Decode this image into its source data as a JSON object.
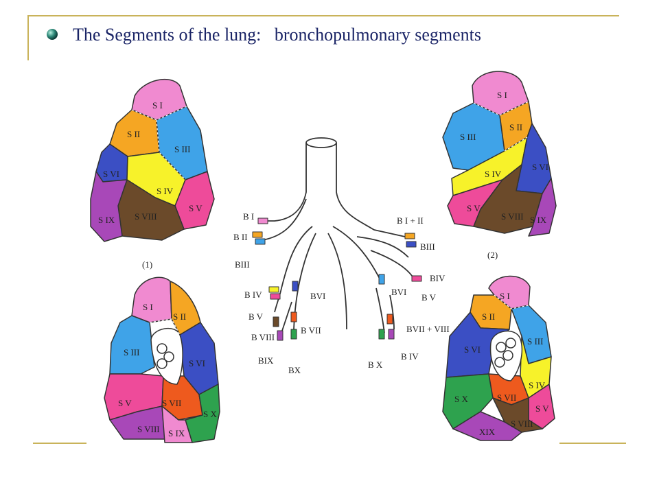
{
  "slide": {
    "title": "The Segments of the lung:   bronchopulmonary segments"
  },
  "colors": {
    "pink": "#f08ad0",
    "orange": "#f5a623",
    "blue": "#3fa3e8",
    "navy": "#3b4fc4",
    "yellow": "#f7f22a",
    "brown": "#6b4a2a",
    "purple": "#a848b8",
    "magenta": "#ee4b9a",
    "redorange": "#ee5a1e",
    "green": "#2ea24e",
    "frame": "#c9b35a",
    "title": "#1a2466"
  },
  "figure_labels": {
    "fig1": "(1)",
    "fig2": "(2)"
  },
  "lungs": {
    "top_left": {
      "s1": "S I",
      "s2": "S II",
      "s3": "S III",
      "s4": "S IV",
      "s5": "S V",
      "s6": "S VI",
      "s8": "S VIII",
      "s9": "S IX"
    },
    "top_right": {
      "s1": "S I",
      "s2": "S II",
      "s3": "S III",
      "s4": "S IV",
      "s5": "S V",
      "s6": "S VI",
      "s8": "S VIII",
      "s9": "S IX"
    },
    "bottom_left": {
      "s1": "S I",
      "s2": "S II",
      "s3": "S III",
      "s6": "S VI",
      "s5": "S V",
      "s7": "S VII",
      "s10": "S X",
      "s8": "S VIII",
      "s9": "S IX"
    },
    "bottom_right": {
      "s1": "S I",
      "s2": "S II",
      "s3": "S III",
      "s6": "S VI",
      "s4": "S IV",
      "s10": "S X",
      "s7": "S VII",
      "s5": "S V",
      "s8": "S VIII",
      "s9": "XIX"
    }
  },
  "bronchi": {
    "left_side": {
      "b1": "B I",
      "b2": "B II",
      "b3": "BIII",
      "b4": "B IV",
      "b5": "B V",
      "b6": "BVI",
      "b8": "B VIII",
      "b7": "B VII",
      "b9": "BIX",
      "b10": "BX"
    },
    "right_side": {
      "b12": "B I + II",
      "b3": "BIII",
      "b4": "BIV",
      "b5": "B V",
      "b6": "BVI",
      "b78": "BVII + VIII",
      "b4b": "B IV",
      "b10": "B X"
    }
  }
}
